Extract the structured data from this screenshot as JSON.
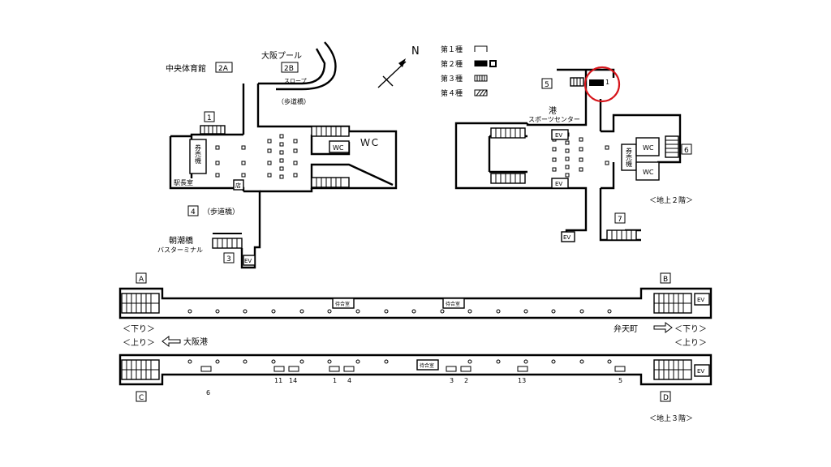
{
  "compass": {
    "label": "N"
  },
  "legend": {
    "items": [
      {
        "label": "第１種",
        "kind": "type1"
      },
      {
        "label": "第２種",
        "kind": "type2"
      },
      {
        "label": "第３種",
        "kind": "type3"
      },
      {
        "label": "第４種",
        "kind": "type4"
      }
    ]
  },
  "floor2": {
    "left": {
      "places": {
        "central_gym": "中央体育館",
        "osaka_pool": "大阪プール",
        "slope": "スロープ",
        "footbridge": "（歩道橋）",
        "asashio": "朝潮橋",
        "bus_terminal": "バスターミナル",
        "exit4_note": "（歩道橋）"
      },
      "exits": {
        "e1": "1",
        "e2a": "2A",
        "e2b": "2B",
        "e3": "3",
        "e4": "4"
      },
      "rooms": {
        "ticket": "券売機",
        "station_office": "駅長室",
        "shop": "店",
        "wc_big": "ＷＣ",
        "wc_small": "WC",
        "ev": "EV"
      }
    },
    "right": {
      "places": {
        "minato": "港",
        "sports_center": "スポーツセンター"
      },
      "exits": {
        "e1": "1",
        "e5": "5",
        "e6": "6",
        "e7": "7"
      },
      "rooms": {
        "ticket": "券売機",
        "wc1": "WC",
        "wc2": "WC",
        "ev_top": "EV",
        "ev_mid": "EV",
        "ev_bottom": "EV"
      },
      "floor_label": "＜地上２階＞"
    }
  },
  "floor3": {
    "corners": {
      "a": "A",
      "b": "B",
      "c": "C",
      "d": "D"
    },
    "ev_top": "EV",
    "ev_bottom": "EV",
    "waiting_rooms": [
      "待合室",
      "待合室",
      "待合室"
    ],
    "directions": {
      "left_down": "＜下り＞",
      "left_up": "＜上り＞",
      "left_dest": "大阪港",
      "right_dest": "弁天町",
      "right_down": "＜下り＞",
      "right_up": "＜上り＞"
    },
    "car_numbers": [
      "6",
      "11",
      "14",
      "1",
      "4",
      "3",
      "2",
      "13",
      "5"
    ],
    "floor_label": "＜地上３階＞"
  }
}
